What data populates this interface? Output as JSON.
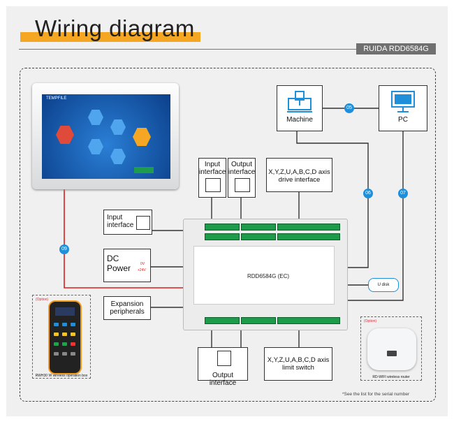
{
  "title": "Wiring diagram",
  "model": "RUIDA RDD6584G",
  "labels": {
    "input_interface_top": "Input interface",
    "output_interface_top": "Output interface",
    "axis_drive": "X,Y,Z,U,A,B,C,D axis drive interface",
    "machine": "Machine",
    "pc": "PC",
    "input_interface_left": "Input interface",
    "dc_power": "DC Power",
    "power_0v": "0V",
    "power_24v": "+24V",
    "expansion": "Expansion peripherals",
    "output_interface_bottom": "Output interface",
    "axis_limit": "X,Y,Z,U,A,B,C,D axis limit switch",
    "udisk": "U disk",
    "option_left": "(Option)",
    "option_right": "(Option)",
    "remote_name": "RWH30 W wireless operation box",
    "router_name": "RD-WIFI wireless router",
    "footnote": "*See the list for the serial number",
    "board_model": "RDD6584G (EC)"
  },
  "tablet": {
    "title": "TEMPFILE"
  },
  "connectors": [
    "05",
    "06",
    "07",
    "09"
  ],
  "colors": {
    "accent": "#f5a623",
    "badge": "#1e8fd8",
    "red_wire": "#d81e1e"
  }
}
